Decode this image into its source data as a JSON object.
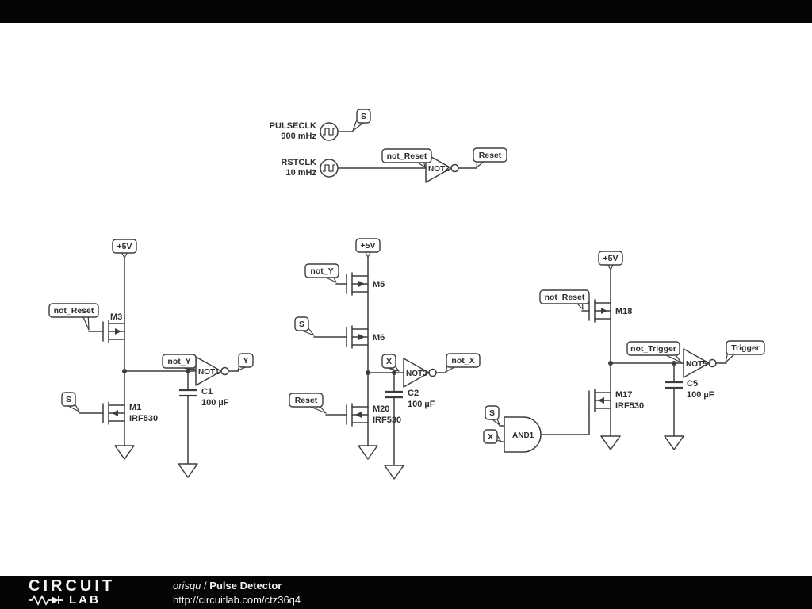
{
  "footer": {
    "logo_top": "CIRCUIT",
    "logo_bottom": "LAB",
    "author": "orisqu",
    "sep": "/",
    "title": "Pulse Detector",
    "url": "http://circuitlab.com/ctz36q4"
  },
  "clocks": {
    "clk1": {
      "name": "PULSECLK",
      "freq": "900 mHz",
      "flag": "S"
    },
    "clk2": {
      "name": "RSTCLK",
      "freq": "10 mHz"
    }
  },
  "reset_inverter": {
    "ref": "NOT2",
    "input": "not_Reset",
    "output": "Reset"
  },
  "stage1": {
    "vdd": "+5V",
    "m3": {
      "ref": "M3",
      "gate": "not_Reset"
    },
    "m1": {
      "ref": "M1",
      "part": "IRF530",
      "gate": "S"
    },
    "inv": {
      "ref": "NOT1",
      "input": "not_Y",
      "output": "Y"
    },
    "cap": {
      "ref": "C1",
      "value": "100 µF"
    }
  },
  "stage2": {
    "vdd": "+5V",
    "m5": {
      "ref": "M5",
      "gate": "not_Y"
    },
    "m6": {
      "ref": "M6",
      "gate": "S"
    },
    "m20": {
      "ref": "M20",
      "part": "IRF530",
      "gate": "Reset"
    },
    "inv": {
      "ref": "NOT3",
      "input": "X",
      "output": "not_X"
    },
    "cap": {
      "ref": "C2",
      "value": "100 µF"
    }
  },
  "stage3": {
    "vdd": "+5V",
    "m18": {
      "ref": "M18",
      "gate": "not_Reset"
    },
    "m17": {
      "ref": "M17",
      "part": "IRF530"
    },
    "and1": {
      "ref": "AND1",
      "in1": "S",
      "in2": "X"
    },
    "inv": {
      "ref": "NOT5",
      "input": "not_Trigger",
      "output": "Trigger"
    },
    "cap": {
      "ref": "C5",
      "value": "100 µF"
    }
  }
}
